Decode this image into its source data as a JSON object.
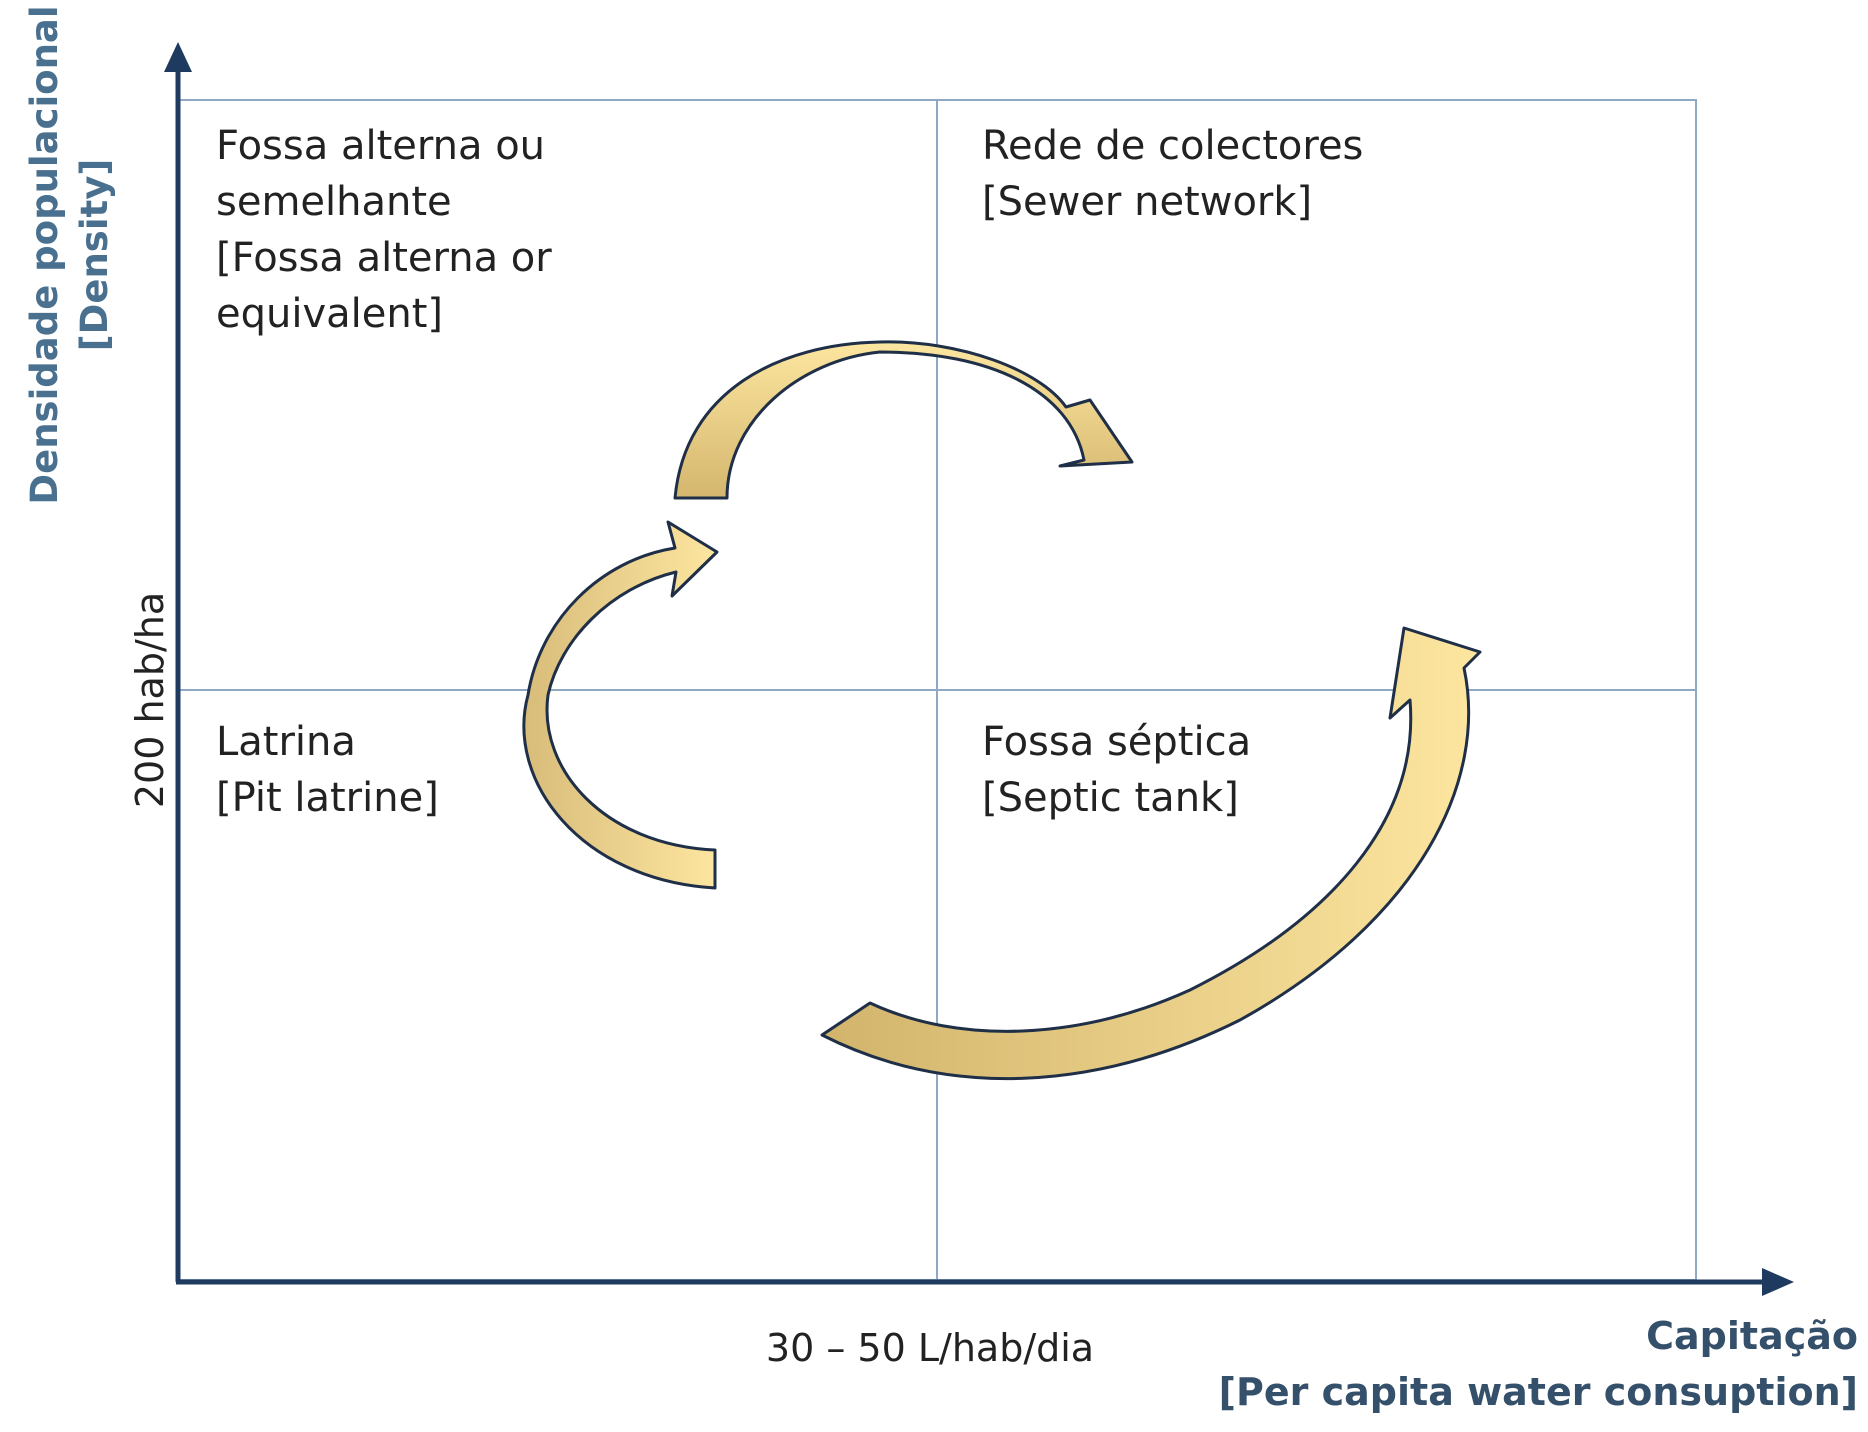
{
  "axes": {
    "y_label_line1": "Densidade populacional",
    "y_label_line2": "[Density]",
    "x_label_line1": "Capitação",
    "x_label_line2": "[Per capita water consuption]",
    "y_threshold": "200 hab/ha",
    "x_threshold": "30 – 50 L/hab/dia"
  },
  "quadrants": {
    "top_left": [
      "Fossa alterna ou",
      "semelhante",
      "[Fossa alterna or",
      "equivalent]"
    ],
    "top_right": [
      "Rede de colectores",
      "[Sewer network]"
    ],
    "bottom_left": [
      "Latrina",
      "[Pit latrine]"
    ],
    "bottom_right": [
      "Fossa séptica",
      "[Septic tank]"
    ]
  },
  "colors": {
    "axis": "#1f3a5f",
    "grid": "#8fa9c5",
    "axis_label": "#4a7090",
    "arrow_fill_light": "#fde6a0",
    "arrow_fill_dark": "#d8bc7a",
    "arrow_stroke": "#1f2f48"
  }
}
